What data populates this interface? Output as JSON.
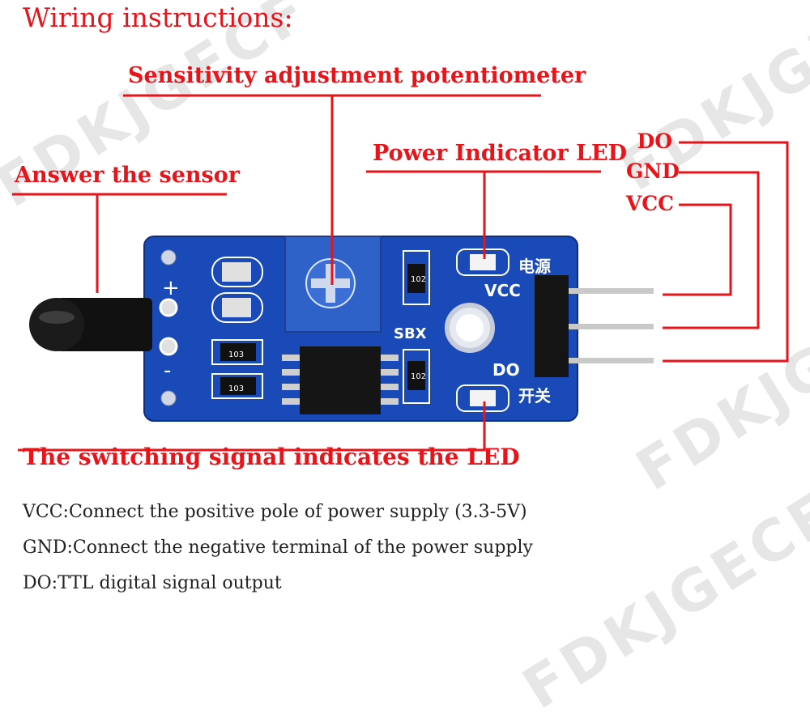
{
  "title": "Wiring instructions:",
  "labels": {
    "potentiometer": "Sensitivity adjustment potentiometer",
    "power_led": "Power Indicator LED",
    "sensor": "Answer the sensor",
    "switch_led": "The switching signal indicates the LED"
  },
  "pins": {
    "do": "DO",
    "gnd": "GND",
    "vcc": "VCC"
  },
  "board": {
    "pin_vcc": "VCC",
    "pin_do": "DO",
    "cn_power": "电源",
    "cn_switch": "开关",
    "sbx": "SBX",
    "res1": "102",
    "res2": "102",
    "res3": "103",
    "res4": "103",
    "plus": "+",
    "minus": "-"
  },
  "descriptions": [
    "VCC:Connect the positive pole of power supply (3.3-5V)",
    "GND:Connect the negative terminal of the power supply",
    "DO:TTL digital signal output"
  ],
  "watermark": "FDKJGECF",
  "colors": {
    "accent": "#e8141a",
    "board": "#1746b5",
    "text": "#222222"
  }
}
